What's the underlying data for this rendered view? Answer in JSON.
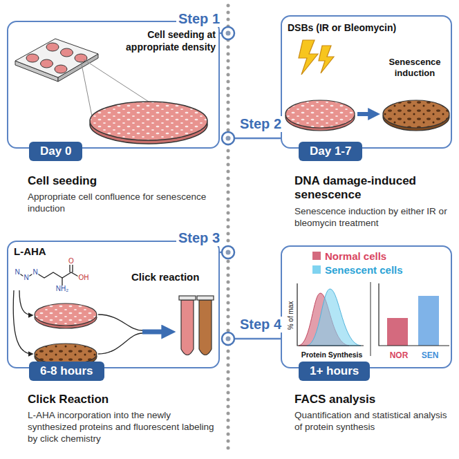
{
  "diagram": {
    "nodes": [
      {
        "text": [
          "Cell seeding at appropriate density"
        ]
      },
      {
        "text": [
          "Day 0"
        ],
        "in": 0
      },
      {
        "text": [
          "DSBs (IR or Bleomycin)",
          "Senescence induction"
        ]
      },
      {
        "text": [
          "Day 1-7"
        ],
        "in": 2
      },
      {
        "text": [
          "L-AHA",
          "Click reaction"
        ]
      },
      {
        "text": [
          "6-8 hours"
        ],
        "in": 4
      },
      {
        "text": [
          "% of max",
          "Protein Synthesis",
          "NOR",
          "SEN"
        ]
      },
      {
        "text": [
          "1+ hours"
        ],
        "in": 6
      }
    ],
    "labels": [
      "Step 1",
      "Step 2",
      "Step 3",
      "Step 4",
      "Cell seeding",
      "Appropriate cell confluence for senescence induction",
      "DNA damage-induced senescence",
      "Senescence induction by either IR or bleomycin treatment",
      "Click Reaction",
      "L-AHA incorporation into the newly synthesized proteins and fluorescent labeling by click chemistry",
      "FACS analysis",
      "Quantification and statistical analysis of protein synthesis",
      "N",
      "N",
      "N",
      "O",
      "OH",
      "NH₂"
    ],
    "legend": [
      {
        "text": "Normal cells",
        "color": "#d46a7e"
      },
      {
        "text": "Senescent cells",
        "color": "#7fd3f0"
      }
    ]
  }
}
